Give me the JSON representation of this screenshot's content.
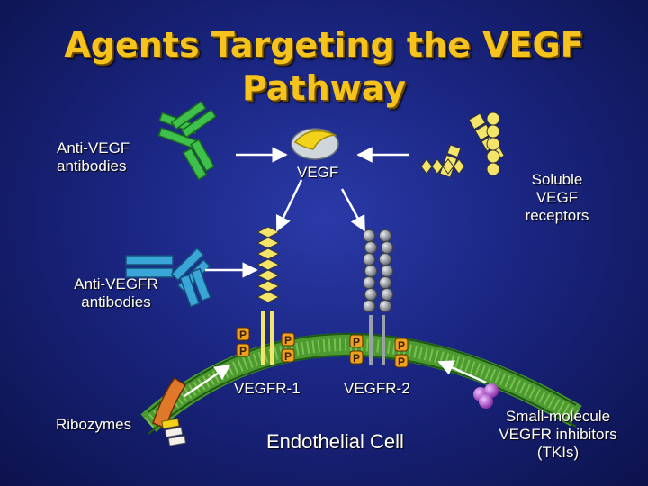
{
  "title": {
    "line1": "Agents Targeting the VEGF",
    "line2": "Pathway"
  },
  "labels": {
    "anti_vegf_antibodies": "Anti-VEGF\nantibodies",
    "vegf": "VEGF",
    "soluble_vegf_receptors": "Soluble\nVEGF\nreceptors",
    "anti_vegfr_antibodies": "Anti-VEGFR\nantibodies",
    "vegfr1": "VEGFR-1",
    "vegfr2": "VEGFR-2",
    "ribozymes": "Ribozymes",
    "endothelial_cell": "Endothelial Cell",
    "small_molecule_tki": "Small-molecule\nVEGFR inhibitors\n(TKIs)"
  },
  "phospho_label": "P",
  "colors": {
    "title": "#f5c31c",
    "antibody_green": "#3fc04a",
    "antibody_blue": "#3aa6d8",
    "vegf_yellow": "#f2d21a",
    "receptor_yellow": "#f4e46a",
    "receptor_gray": "#9aa0a8",
    "membrane_green": "#3d9e2c",
    "phospho_orange": "#f0a020",
    "tki_purple": "#c266d6",
    "ribozyme_orange": "#e0782a"
  }
}
